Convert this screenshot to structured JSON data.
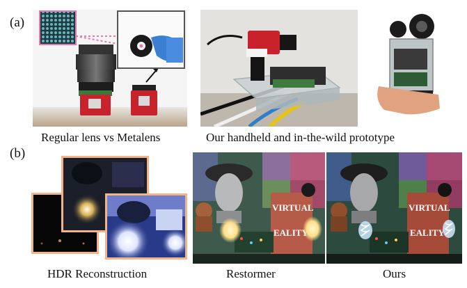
{
  "panel_a": {
    "label": "(a)",
    "caption_left": "Regular lens vs Metalens",
    "caption_right": "Our handheld and in-the-wild prototype"
  },
  "panel_b": {
    "label": "(b)",
    "caption_hdr": "HDR Reconstruction",
    "caption_restormer": "Restormer",
    "caption_ours": "Ours",
    "poster_text_1": "VIRTUAL",
    "poster_text_2": "EALITY"
  },
  "colors": {
    "inset_border": "#e27ab0",
    "hdr_border": "#f2b48a",
    "camera_red": "#c8232c"
  }
}
